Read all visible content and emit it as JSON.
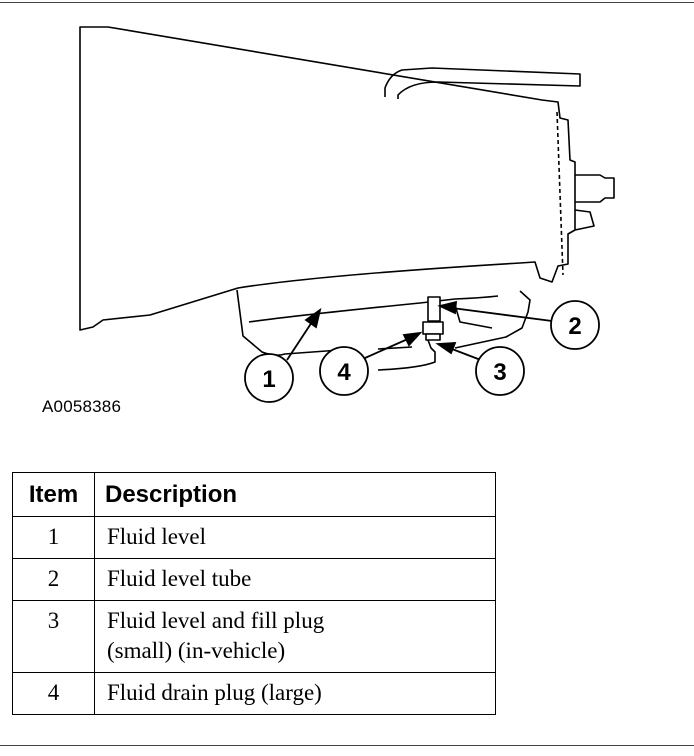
{
  "figure": {
    "id": "A0058386",
    "callouts": [
      "1",
      "2",
      "3",
      "4"
    ]
  },
  "legend": {
    "headers": {
      "item": "Item",
      "description": "Description"
    },
    "rows": [
      {
        "item": "1",
        "description": "Fluid level"
      },
      {
        "item": "2",
        "description": "Fluid level tube"
      },
      {
        "item": "3",
        "description": "Fluid level and fill plug\n(small) (in-vehicle)"
      },
      {
        "item": "4",
        "description": "Fluid drain plug (large)"
      }
    ]
  }
}
